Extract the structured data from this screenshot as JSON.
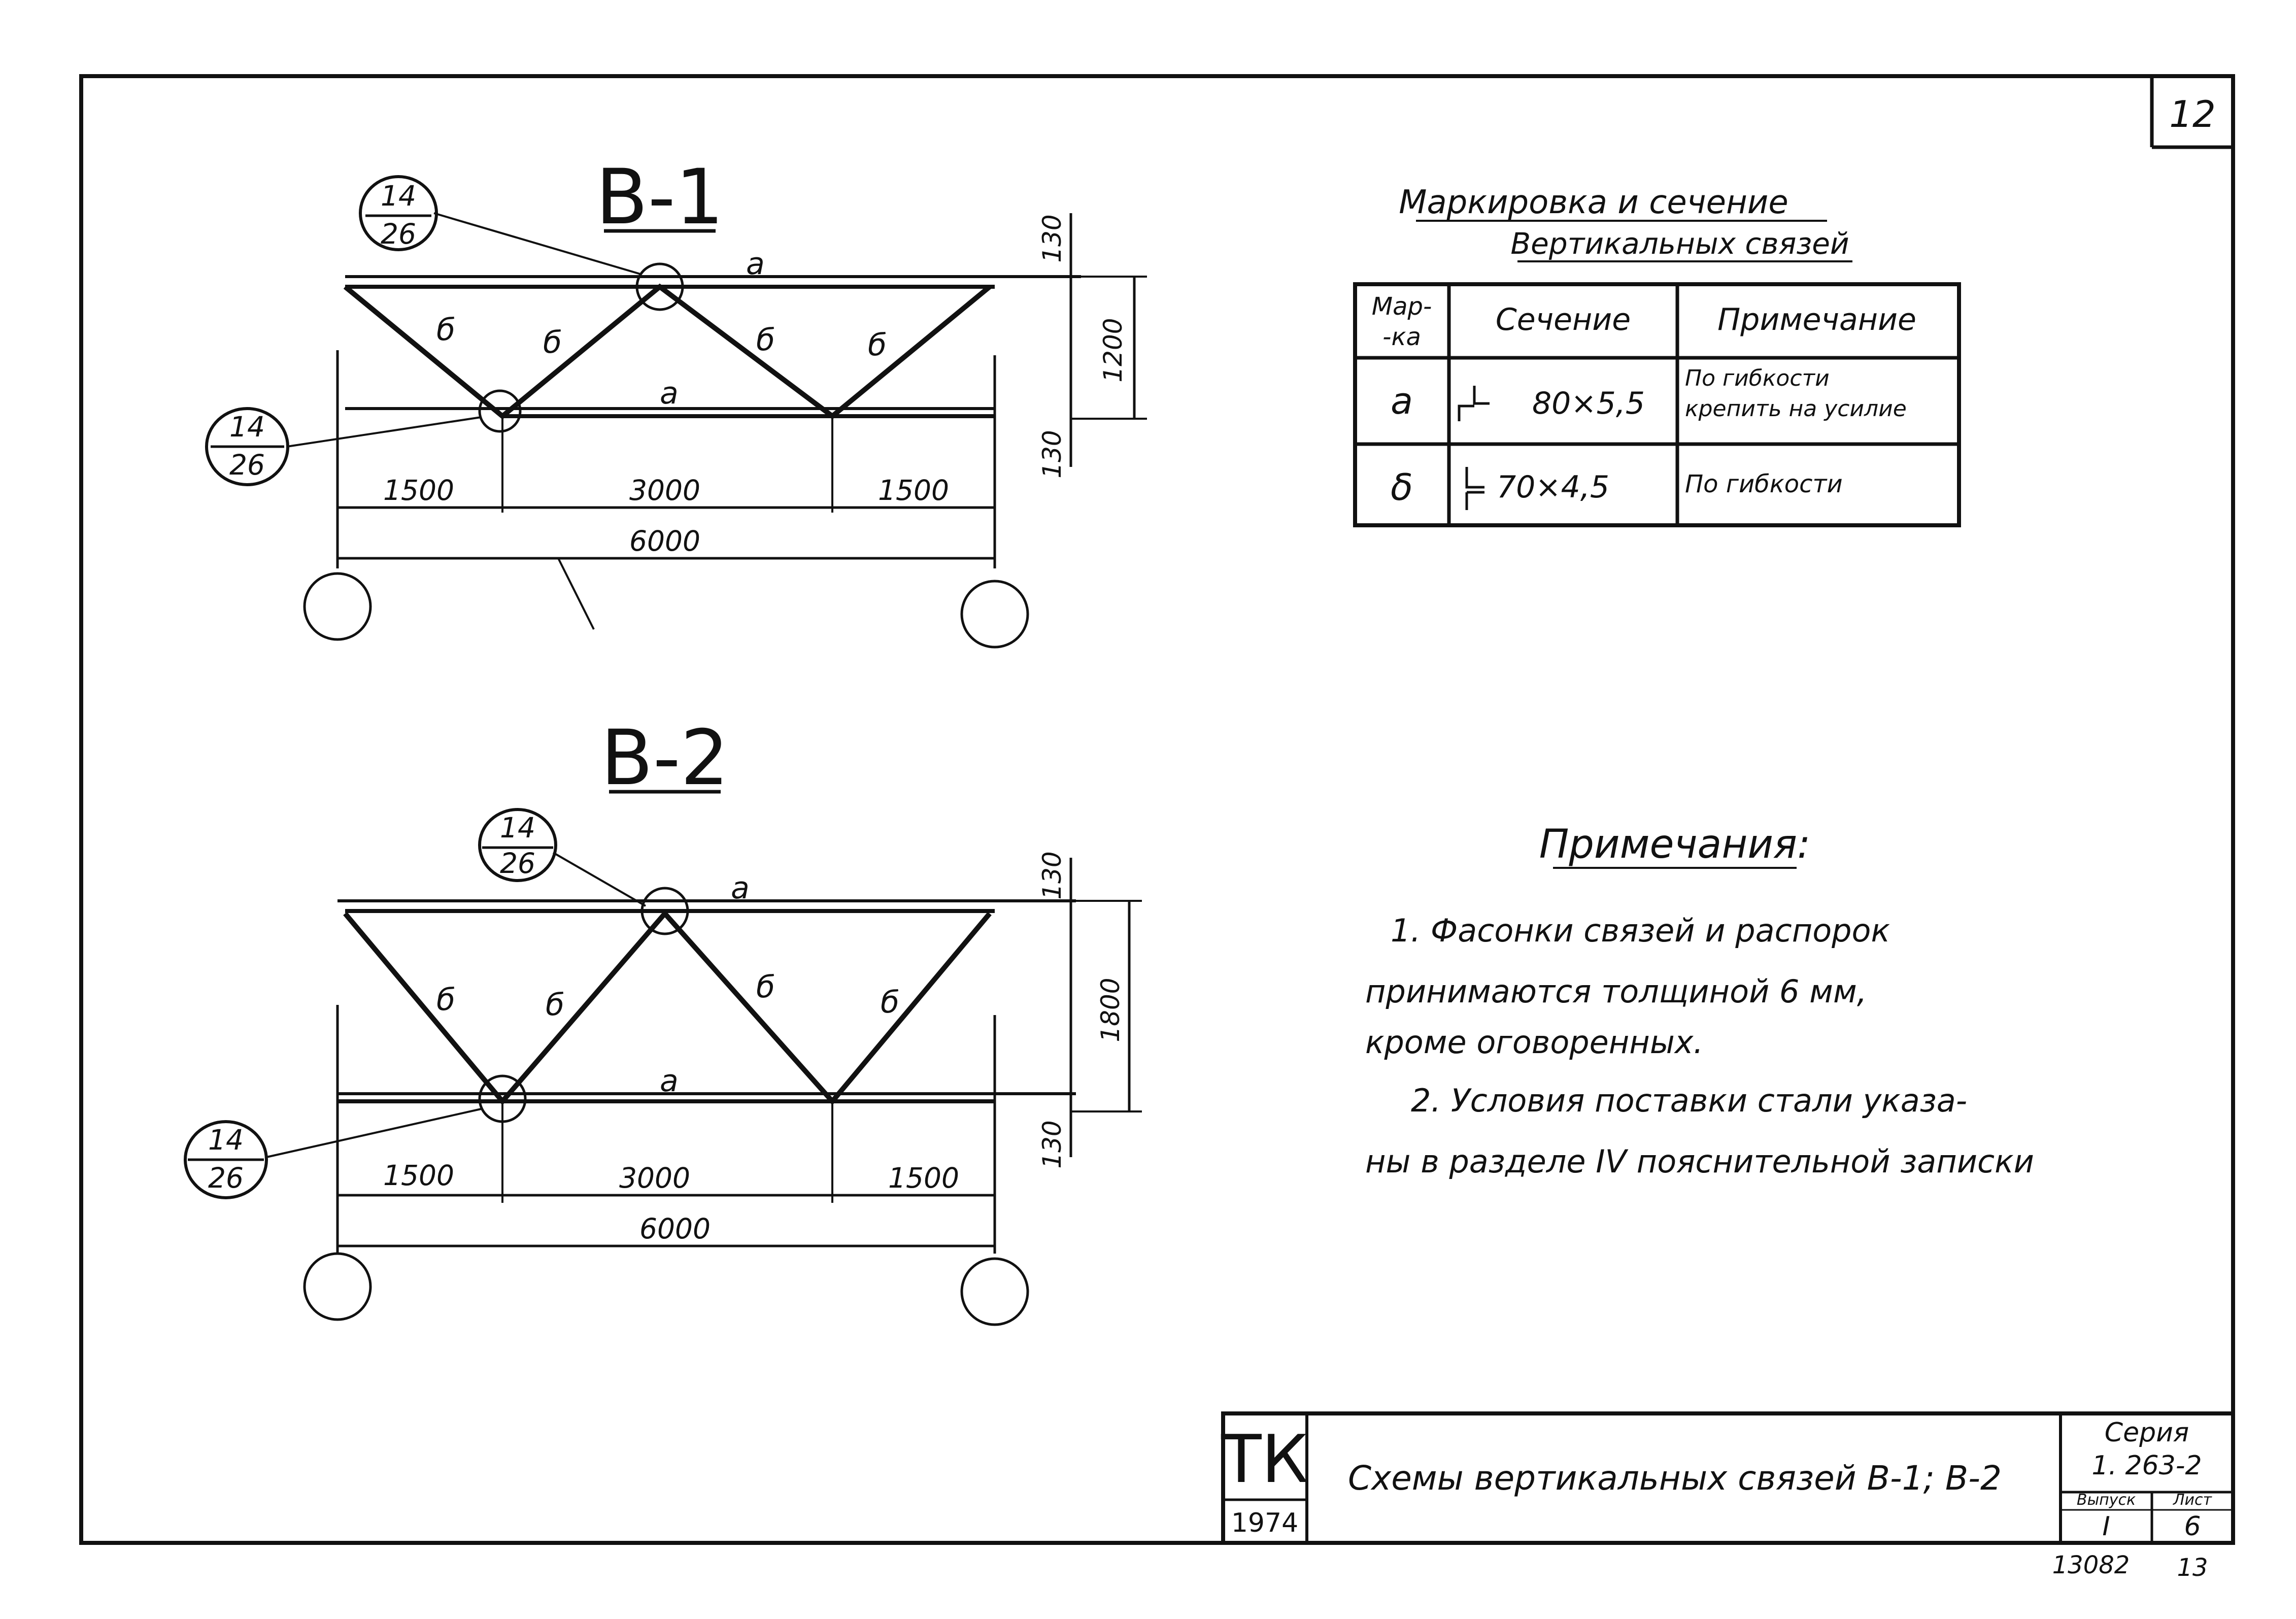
{
  "sheet_number": "12",
  "diagram_b1": {
    "title": "В-1",
    "callout_top": {
      "num": "14",
      "den": "26"
    },
    "callout_bottom": {
      "num": "14",
      "den": "26"
    },
    "chord_top_label": "а",
    "chord_bottom_label": "а",
    "diagonal_labels": [
      "б",
      "б",
      "б",
      "б"
    ],
    "dim_left": "1500",
    "dim_middle": "3000",
    "dim_right": "1500",
    "dim_total": "6000",
    "dim_v_top": "130",
    "dim_v_height": "1200",
    "dim_v_bottom": "130"
  },
  "diagram_b2": {
    "title": "В-2",
    "callout_top": {
      "num": "14",
      "den": "26"
    },
    "callout_bottom": {
      "num": "14",
      "den": "26"
    },
    "chord_top_label": "а",
    "chord_bottom_label": "а",
    "diagonal_labels": [
      "б",
      "б",
      "б",
      "б"
    ],
    "dim_left": "1500",
    "dim_middle": "3000",
    "dim_right": "1500",
    "dim_total": "6000",
    "dim_v_top": "130",
    "dim_v_height": "1800",
    "dim_v_bottom": "130"
  },
  "marking_table": {
    "title_line1": "Маркировка и сечение",
    "title_line2": "Вертикальных связей",
    "headers": [
      "Мар-",
      "-ка",
      "Сечение",
      "Примечание"
    ],
    "rows": [
      {
        "mark": "а",
        "section": "80×5,5",
        "note_line1": "По гибкости",
        "note_line2": "крепить на усилие"
      },
      {
        "mark": "δ",
        "section": "70×4,5",
        "note_line1": "По гибкости",
        "note_line2": ""
      }
    ]
  },
  "notes": {
    "title": "Примечания:",
    "lines": [
      "1. Фасонки связей и распорок",
      "принимаются толщиной 6 мм,",
      "кроме оговоренных.",
      "2. Условия поставки стали указа-",
      "ны в разделе IV пояснительной записки"
    ]
  },
  "title_block": {
    "org": "ТК",
    "year": "1974",
    "title": "Схемы вертикальных связей В-1; В-2",
    "series_label": "Серия",
    "series_value": "1. 263-2",
    "issue_label": "Выпуск",
    "issue_value": "I",
    "sheet_label": "Лист",
    "sheet_value": "6",
    "archive_number": "13082",
    "page_number": "13"
  }
}
